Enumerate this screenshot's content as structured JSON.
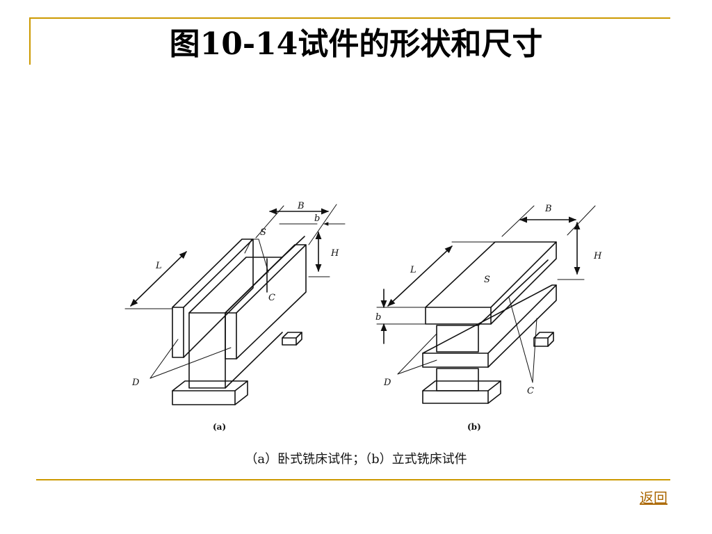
{
  "slide": {
    "title": "图10-14试件的形状和尺寸",
    "caption": "（a）卧式铣床试件；（b）立式铣床试件",
    "back_link": "返回",
    "accent_color": "#cc9900"
  },
  "figure": {
    "panel_a": {
      "sublabel": "(a)",
      "labels": {
        "B": "B",
        "b": "b",
        "S": "S",
        "H": "H",
        "L": "L",
        "C": "C",
        "D": "D"
      }
    },
    "panel_b": {
      "sublabel": "(b)",
      "labels": {
        "B": "B",
        "H": "H",
        "L": "L",
        "S": "S",
        "b": "b",
        "D": "D",
        "C": "C"
      }
    }
  }
}
